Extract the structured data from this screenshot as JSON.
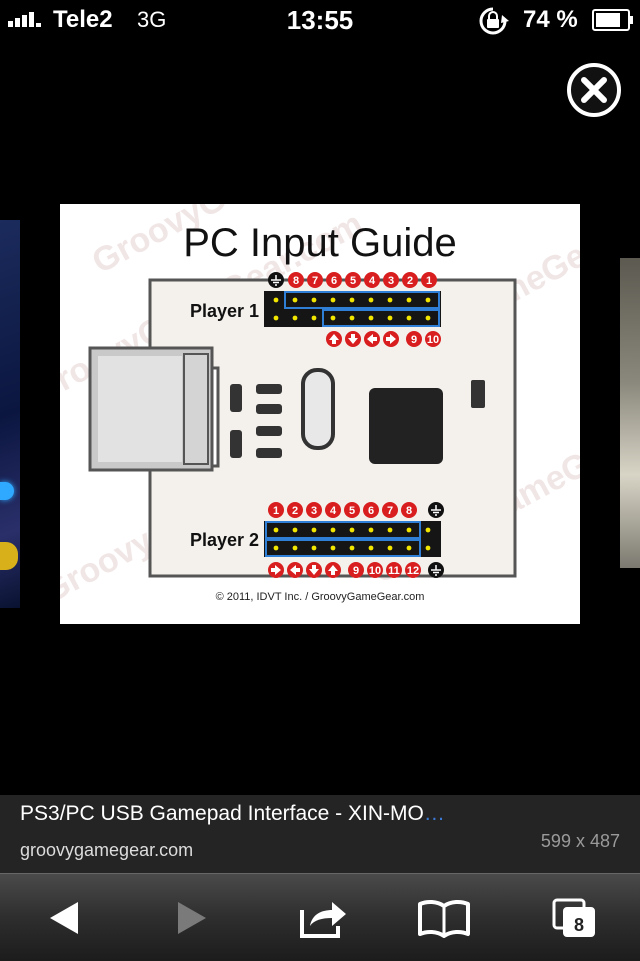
{
  "status_bar": {
    "carrier": "Tele2",
    "network": "3G",
    "time": "13:55",
    "battery_percent": "74 %",
    "icons": [
      "signal-bars-icon",
      "rotation-lock-icon",
      "battery-icon"
    ]
  },
  "image": {
    "title": "PC Input Guide",
    "player1_label": "Player 1",
    "player2_label": "Player 2",
    "player1_top_pins": [
      "8",
      "7",
      "6",
      "5",
      "4",
      "3",
      "2",
      "1"
    ],
    "player1_bottom_pins": [
      "9",
      "10"
    ],
    "player2_top_pins": [
      "1",
      "2",
      "3",
      "4",
      "5",
      "6",
      "7",
      "8"
    ],
    "player2_bottom_pins": [
      "9",
      "10",
      "11",
      "12"
    ],
    "copyright": "© 2011, IDVT Inc. / GroovyGameGear.com",
    "watermark": "GroovyGameGear.com"
  },
  "caption": {
    "title": "PS3/PC USB Gamepad Interface - XIN-MO",
    "ellipsis": "…",
    "source": "groovygamegear.com",
    "dimensions": "599 x 487"
  },
  "toolbar": {
    "icons": [
      "back-arrow-icon",
      "forward-arrow-icon",
      "share-icon",
      "bookmarks-icon",
      "tabs-icon"
    ],
    "tab_count": "8"
  },
  "colors": {
    "pin_red": "#d81e1e",
    "highlight_blue": "#2f7fd6",
    "pin_yellow": "#f2e600"
  }
}
